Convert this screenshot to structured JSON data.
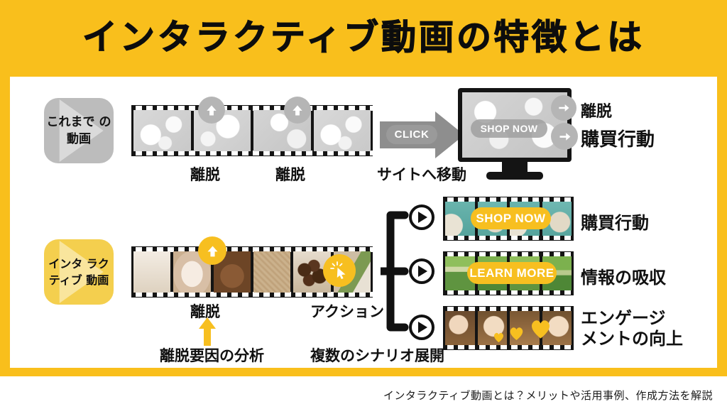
{
  "title": "インタラクティブ動画の特徴とは",
  "footer": {
    "caption": "インタラクティブ動画とは？メリットや活用事例、作成方法を解説"
  },
  "colors": {
    "brand_yellow": "#f9bf1c",
    "badge_yellow": "#f7bf20",
    "label_yellow": "#f4cf4e",
    "gray": "#bcbcbc",
    "badge_gray": "#b5b5b5",
    "ink": "#111111",
    "teal": "#5aa8a1",
    "green": "#7cb14e",
    "wood": "#8a6239"
  },
  "legacy_row": {
    "category_label": "これまで\nの\n動画",
    "filmstrip": {
      "frames": 4,
      "style": "grayscale-bokeh"
    },
    "badges": [
      {
        "name": "exit-arrow-badge-1",
        "icon": "arrow-up-icon",
        "color": "#b5b5b5"
      },
      {
        "name": "exit-arrow-badge-2",
        "icon": "arrow-up-icon",
        "color": "#b5b5b5"
      }
    ],
    "exit_labels": [
      "離脱",
      "離脱"
    ],
    "click_arrow": {
      "label": "CLICK",
      "caption": "サイトへ移動"
    },
    "monitor": {
      "cta": "SHOP NOW"
    },
    "outcomes": [
      {
        "label": "離脱",
        "emphasis": "normal",
        "icon": "arrow-right-icon"
      },
      {
        "label": "購買行動",
        "emphasis": "strong",
        "icon": "arrow-right-icon"
      }
    ]
  },
  "interactive_row": {
    "category_label": "インタ\nラクティブ\n動画",
    "filmstrip": {
      "frames": 6,
      "style": "coffee-photos"
    },
    "badges": [
      {
        "name": "exit-arrow-badge",
        "icon": "arrow-up-icon",
        "color": "#f7bf20"
      },
      {
        "name": "click-cursor-badge",
        "icon": "cursor-click-icon",
        "color": "#f7bf20"
      }
    ],
    "exit_label": "離脱",
    "action_label": "アクション",
    "analysis_label": "離脱要因の分析",
    "scenario_label": "複数のシナリオ展開",
    "branches": [
      {
        "icon": "play-icon",
        "cta": "SHOP NOW",
        "strip_style": "teal",
        "outcome": "購買行動"
      },
      {
        "icon": "play-icon",
        "cta": "LEARN MORE",
        "strip_style": "green",
        "outcome": "情報の吸収"
      },
      {
        "icon": "play-icon",
        "cta": "",
        "strip_style": "wood",
        "outcome": "エンゲージ\nメントの向上",
        "decoration": "hearts"
      }
    ]
  }
}
